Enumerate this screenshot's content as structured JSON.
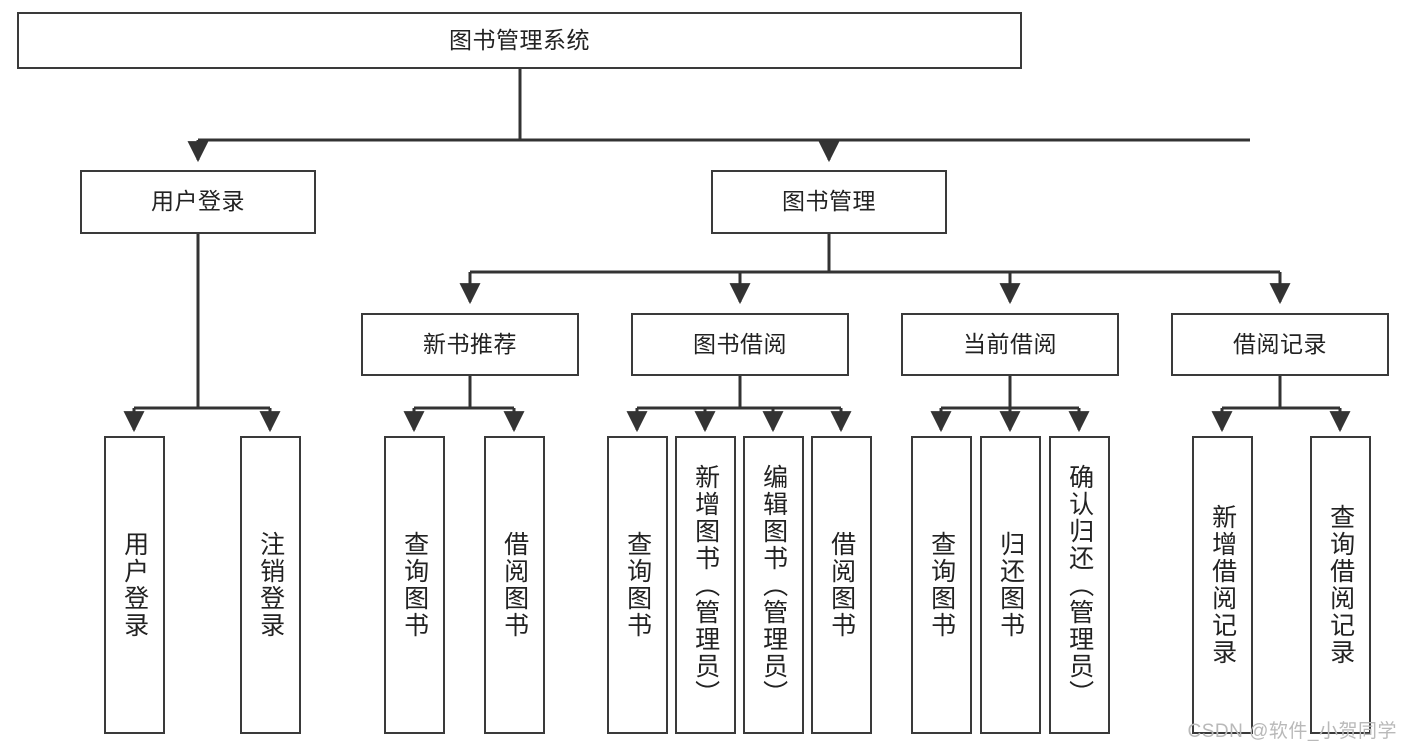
{
  "diagram": {
    "title": "图书管理系统",
    "type": "tree-hierarchy",
    "orientation": "top-down",
    "watermark": "CSDN @软件_小贺同学",
    "colors": {
      "box_border": "#3a3a3a",
      "box_fill": "#ffffff",
      "edge": "#333333",
      "text": "#222222",
      "watermark": "#b9b9b9",
      "background": "#ffffff"
    },
    "nodes": {
      "root": {
        "label": "图书管理系统"
      },
      "level2": [
        {
          "id": "user-login",
          "label": "用户登录"
        },
        {
          "id": "book-management",
          "label": "图书管理"
        }
      ],
      "level3": [
        {
          "id": "new-book-recommend",
          "label": "新书推荐"
        },
        {
          "id": "book-borrow",
          "label": "图书借阅"
        },
        {
          "id": "current-borrow",
          "label": "当前借阅"
        },
        {
          "id": "borrow-record",
          "label": "借阅记录"
        }
      ],
      "leaves": {
        "user_login": [
          {
            "id": "leaf-user-login",
            "label": "用户登录"
          },
          {
            "id": "leaf-logout-login",
            "label": "注销登录"
          }
        ],
        "new_book_recommend": [
          {
            "id": "leaf-query-book-1",
            "label": "查询图书"
          },
          {
            "id": "leaf-borrow-book-1",
            "label": "借阅图书"
          }
        ],
        "book_borrow": [
          {
            "id": "leaf-query-book-2",
            "label": "查询图书"
          },
          {
            "id": "leaf-add-book",
            "label": "新增图书（管理员）"
          },
          {
            "id": "leaf-edit-book",
            "label": "编辑图书（管理员）"
          },
          {
            "id": "leaf-borrow-book-2",
            "label": "借阅图书"
          }
        ],
        "current_borrow": [
          {
            "id": "leaf-query-book-3",
            "label": "查询图书"
          },
          {
            "id": "leaf-return-book",
            "label": "归还图书"
          },
          {
            "id": "leaf-confirm-return",
            "label": "确认归还（管理员）"
          }
        ],
        "borrow_record": [
          {
            "id": "leaf-add-record",
            "label": "新增借阅记录"
          },
          {
            "id": "leaf-query-record",
            "label": "查询借阅记录"
          }
        ]
      }
    }
  }
}
